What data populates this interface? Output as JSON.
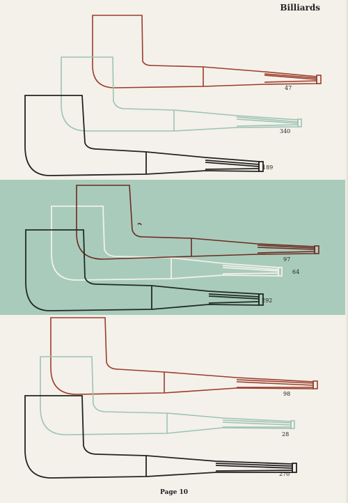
{
  "header": {
    "title": "Billiards"
  },
  "footer": {
    "page_label": "Page 10"
  },
  "colors": {
    "paper": "#f4f1ea",
    "band": "#a9cbbb",
    "red_outline": "#9b3b2a",
    "green_outline": "#9dc3b4",
    "black_outline": "#222222",
    "white_outline": "#f1f1ea"
  },
  "pipes": {
    "p47": {
      "number": "47"
    },
    "p340": {
      "number": "340"
    },
    "p189": {
      "number": "189"
    },
    "p97": {
      "number": "97"
    },
    "p64": {
      "number": "64"
    },
    "p292": {
      "number": "292"
    },
    "p98": {
      "number": "98"
    },
    "p28": {
      "number": "28"
    },
    "p270": {
      "number": "270"
    }
  }
}
